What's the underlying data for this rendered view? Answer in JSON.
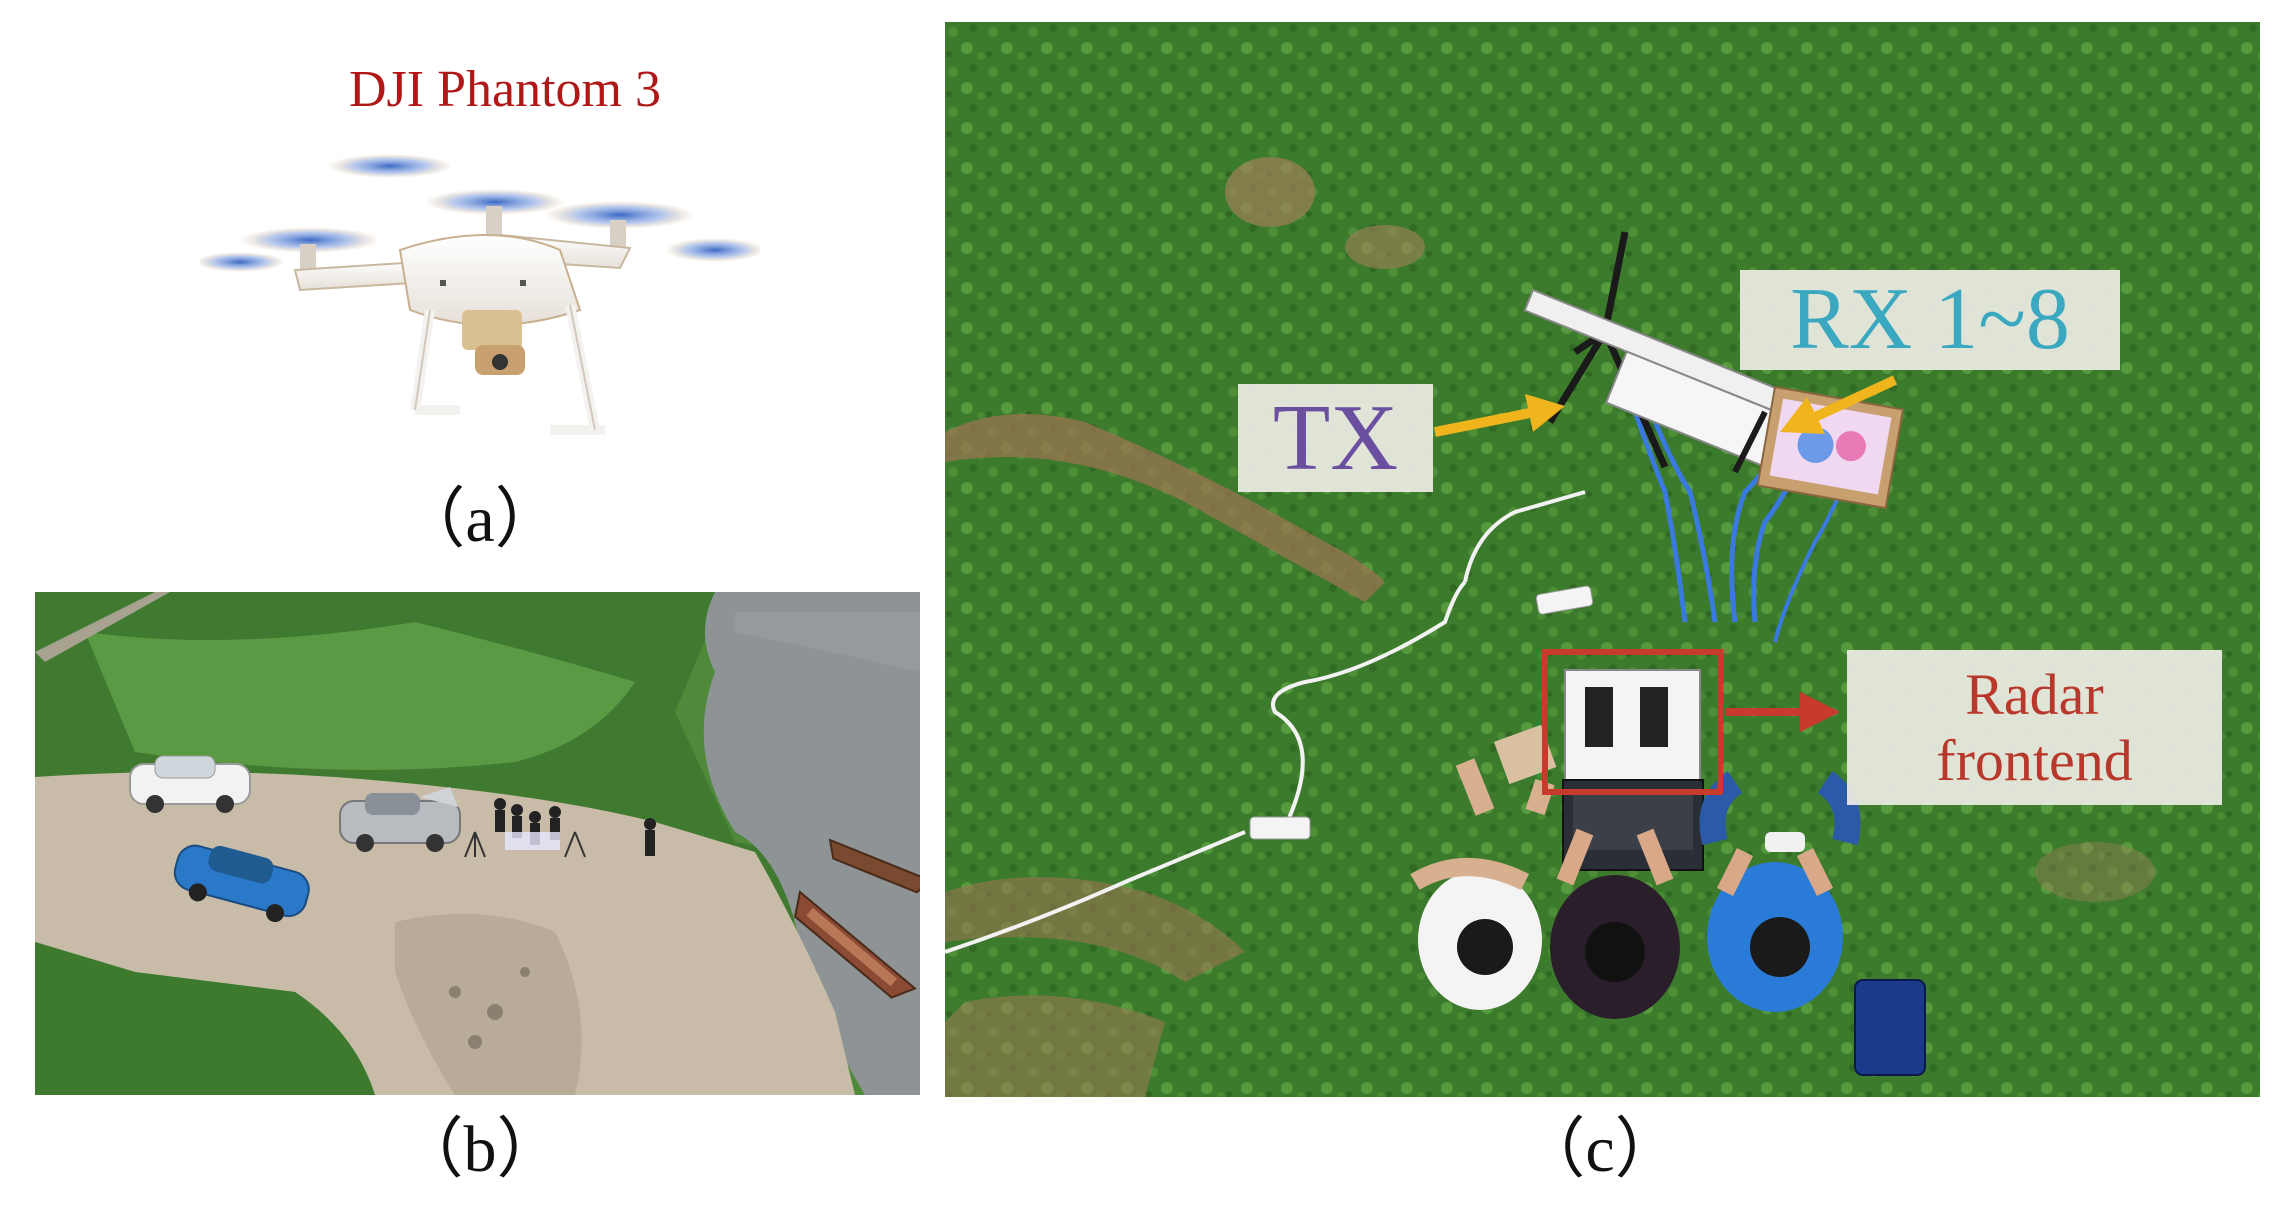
{
  "panel_a": {
    "title": "DJI Phantom 3",
    "caption": "（a）",
    "title_color": "#b01818"
  },
  "panel_b": {
    "caption": "（b）"
  },
  "panel_c": {
    "caption": "（c）",
    "labels": {
      "tx": "TX",
      "rx": "RX 1~8",
      "radar_line1": "Radar",
      "radar_line2": "frontend"
    },
    "colors": {
      "tx": "#6a4fa0",
      "rx": "#3aa8c0",
      "radar": "#b8392c",
      "arrow_yellow": "#f0b41c",
      "arrow_red": "#c83a2c"
    }
  }
}
